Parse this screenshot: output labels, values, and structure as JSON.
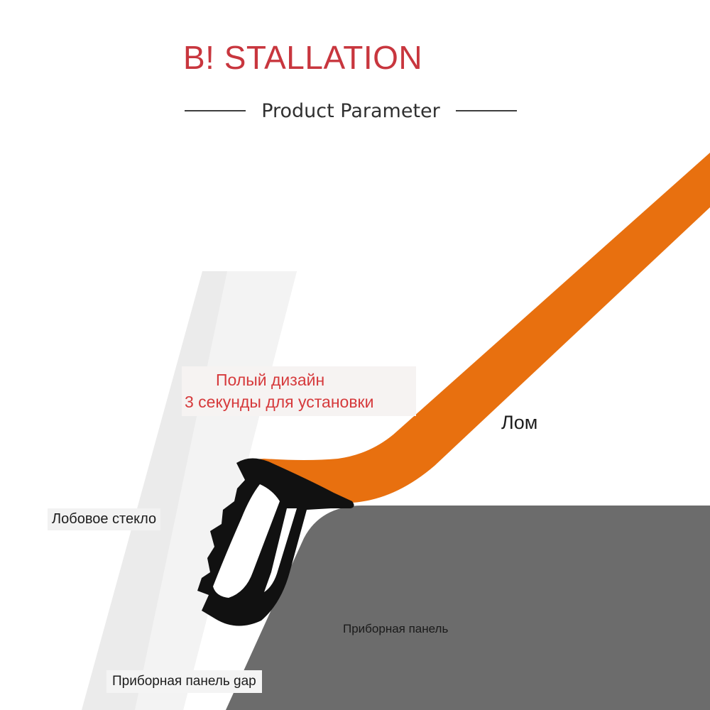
{
  "header": {
    "title": "B! STALLATION",
    "subtitle": "Product Parameter"
  },
  "labels": {
    "hollow_design": "Полый дизайн",
    "install_time": "3 секунды для установки",
    "crowbar": "Лом",
    "windshield": "Лобовое стекло",
    "dashboard": "Приборная панель",
    "dashboard_gap": "Приборная панель gap"
  },
  "colors": {
    "title_red": "#c8363e",
    "note_red": "#d63a3c",
    "crowbar_orange": "#e8700f",
    "dashboard_gray": "#6c6c6c",
    "seal_black": "#111111",
    "windshield_gray": "#e9e9e9"
  }
}
